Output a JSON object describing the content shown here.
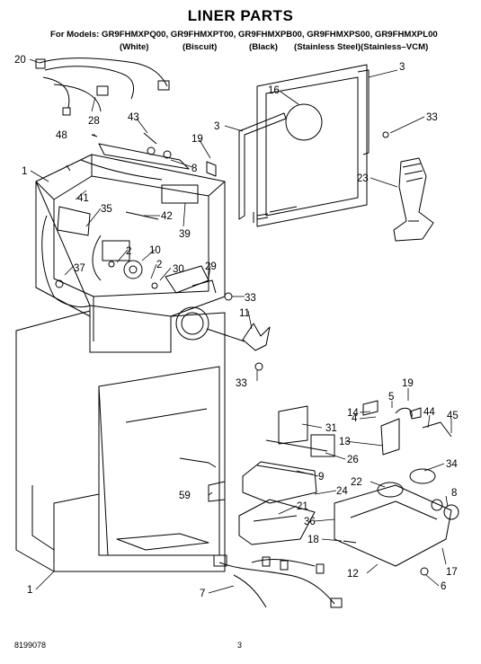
{
  "header": {
    "title": "LINER PARTS",
    "models_line": "For Models: GR9FHMXPQ00, GR9FHMXPT00, GR9FHMXPB00, GR9FHMXPS00, GR9FHMXPL00",
    "variants": [
      "(White)",
      "(Biscuit)",
      "(Black)",
      "(Stainless Steel)(Stainless–VCM)"
    ]
  },
  "callouts": [
    {
      "id": "20",
      "label": "20"
    },
    {
      "id": "3a",
      "label": "3"
    },
    {
      "id": "16",
      "label": "16"
    },
    {
      "id": "28",
      "label": "28"
    },
    {
      "id": "43",
      "label": "43"
    },
    {
      "id": "33a",
      "label": "33"
    },
    {
      "id": "3b",
      "label": "3"
    },
    {
      "id": "48",
      "label": "48"
    },
    {
      "id": "19a",
      "label": "19"
    },
    {
      "id": "8a",
      "label": "8"
    },
    {
      "id": "1a",
      "label": "1"
    },
    {
      "id": "23",
      "label": "23"
    },
    {
      "id": "41",
      "label": "41"
    },
    {
      "id": "35",
      "label": "35"
    },
    {
      "id": "42",
      "label": "42"
    },
    {
      "id": "39",
      "label": "39"
    },
    {
      "id": "10",
      "label": "10"
    },
    {
      "id": "2a",
      "label": "2"
    },
    {
      "id": "37",
      "label": "37"
    },
    {
      "id": "2b",
      "label": "2"
    },
    {
      "id": "30",
      "label": "30"
    },
    {
      "id": "29",
      "label": "29"
    },
    {
      "id": "33b",
      "label": "33"
    },
    {
      "id": "11",
      "label": "11"
    },
    {
      "id": "33c",
      "label": "33"
    },
    {
      "id": "19b",
      "label": "19"
    },
    {
      "id": "14",
      "label": "14"
    },
    {
      "id": "5",
      "label": "5"
    },
    {
      "id": "4",
      "label": "4"
    },
    {
      "id": "44",
      "label": "44"
    },
    {
      "id": "45",
      "label": "45"
    },
    {
      "id": "31",
      "label": "31"
    },
    {
      "id": "13",
      "label": "13"
    },
    {
      "id": "26",
      "label": "26"
    },
    {
      "id": "34",
      "label": "34"
    },
    {
      "id": "9",
      "label": "9"
    },
    {
      "id": "22",
      "label": "22"
    },
    {
      "id": "59",
      "label": "59"
    },
    {
      "id": "24",
      "label": "24"
    },
    {
      "id": "8b",
      "label": "8"
    },
    {
      "id": "21",
      "label": "21"
    },
    {
      "id": "36",
      "label": "36"
    },
    {
      "id": "18",
      "label": "18"
    },
    {
      "id": "12",
      "label": "12"
    },
    {
      "id": "17",
      "label": "17"
    },
    {
      "id": "1b",
      "label": "1"
    },
    {
      "id": "7",
      "label": "7"
    },
    {
      "id": "6",
      "label": "6"
    }
  ],
  "footer": {
    "doc_number": "8199078",
    "page_number": "3"
  }
}
